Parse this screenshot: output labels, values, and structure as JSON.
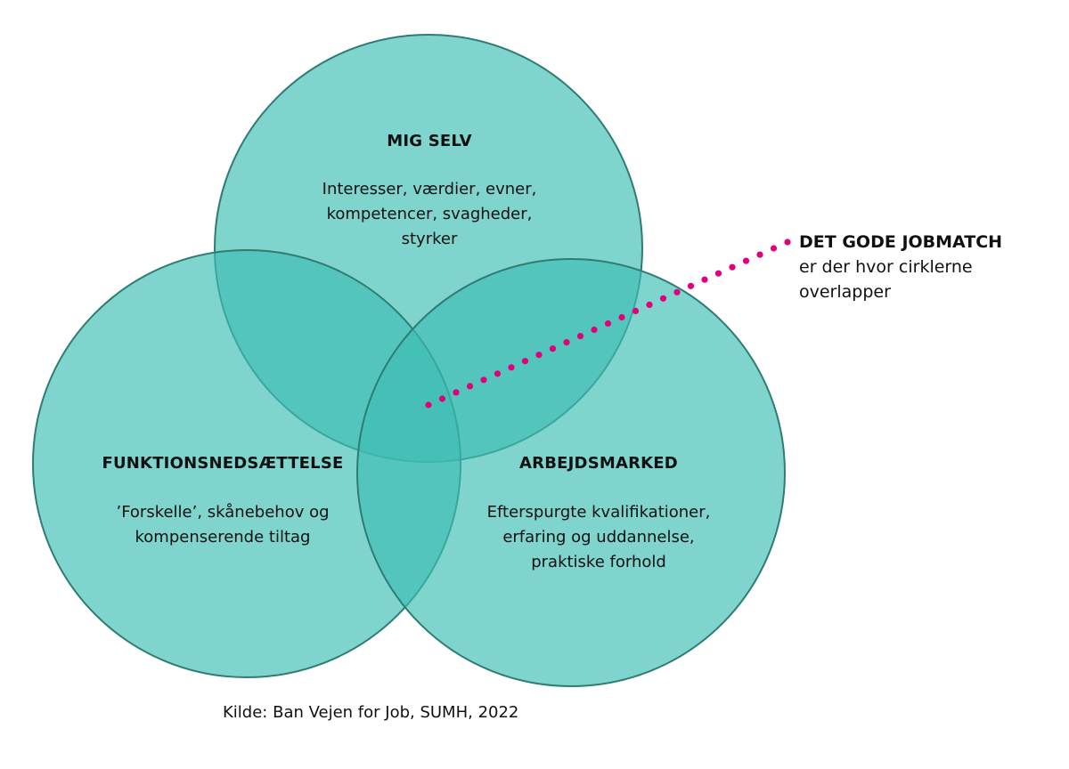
{
  "circles": {
    "top": {
      "title": "MIG SELV",
      "lines": [
        "Interesser, værdier, evner,",
        "kompetencer, svagheder,",
        "styrker"
      ]
    },
    "left": {
      "title": "FUNKTIONSNEDSÆTTELSE",
      "lines": [
        "’Forskelle’, skånebehov og",
        "kompenserende tiltag"
      ]
    },
    "right": {
      "title": "ARBEJDSMARKED",
      "lines": [
        "Efterspurgte kvalifikationer,",
        "erfaring og uddannelse,",
        "praktiske forhold"
      ]
    }
  },
  "callout": {
    "title": "DET GODE JOBMATCH",
    "lines": [
      "er der hvor cirklerne",
      "overlapper"
    ]
  },
  "source": "Kilde: Ban Vejen for Job, SUMH, 2022",
  "colors": {
    "circle_fill": "#3dbdb4",
    "circle_stroke": "#2f7d72",
    "dotted_line": "#e2007a"
  }
}
